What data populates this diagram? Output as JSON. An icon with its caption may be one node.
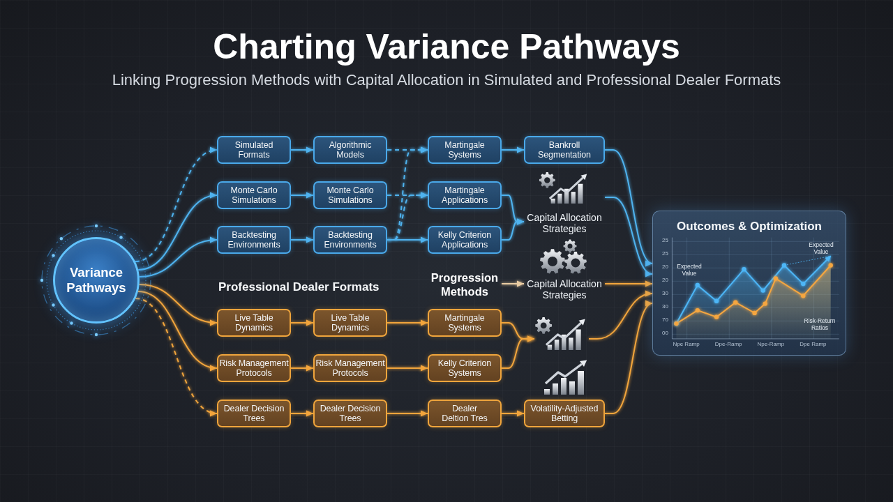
{
  "diagram": {
    "title": "Charting Variance Pathways",
    "nodes": [
      {
        "text": [
          "Variance Pathways"
        ]
      },
      {
        "text": [
          "Simulated Formats"
        ]
      },
      {
        "text": [
          "Algorithmic Models"
        ]
      },
      {
        "text": [
          "Martingale Systems"
        ]
      },
      {
        "text": [
          "Bankroll Segmentation"
        ]
      },
      {
        "text": [
          "Monte Carlo Simulations"
        ]
      },
      {
        "text": [
          "Monte Carlo Simulations"
        ]
      },
      {
        "text": [
          "Martingale Applications"
        ]
      },
      {
        "text": [
          "Capital Allocation Strategies"
        ]
      },
      {
        "text": [
          "Backtesting Environments"
        ]
      },
      {
        "text": [
          "Backtesting Environments"
        ]
      },
      {
        "text": [
          "Kelly Criterion Applications"
        ]
      },
      {
        "text": [
          "Outcomes & Optimization"
        ]
      },
      {
        "text": [
          "Progression Methods"
        ]
      },
      {
        "text": [
          "Capital Allocation Strategies"
        ]
      },
      {
        "text": [
          "Live Table Dynamics"
        ]
      },
      {
        "text": [
          "Live Table Dynamics"
        ]
      },
      {
        "text": [
          "Martingale Systems"
        ]
      },
      {
        "text": [],
        "shape": "picture"
      },
      {
        "text": [
          "Risk Management Protocols"
        ]
      },
      {
        "text": [
          "Risk Management Protocols"
        ]
      },
      {
        "text": [
          "Kelly Criterion Systems"
        ]
      },
      {
        "text": [
          "Dealer Decision Trees"
        ]
      },
      {
        "text": [
          "Dealer Decision Trees"
        ]
      },
      {
        "text": [
          "Dealer Deltion Tres"
        ]
      },
      {
        "text": [
          "Volatility-Adjusted Betting"
        ]
      }
    ],
    "edges": [
      {
        "from": 0,
        "to": 1,
        "arrow": "to",
        "style": "dashed"
      },
      {
        "from": 0,
        "to": 5,
        "arrow": "to"
      },
      {
        "from": 0,
        "to": 9,
        "arrow": "to"
      },
      {
        "from": 0,
        "to": 15,
        "arrow": "to",
        "color": "#f2a53c"
      },
      {
        "from": 0,
        "to": 19,
        "arrow": "to",
        "color": "#f2a53c"
      },
      {
        "from": 0,
        "to": 22,
        "arrow": "to",
        "style": "dashed",
        "color": "#f2a53c"
      },
      {
        "from": 1,
        "to": 2,
        "arrow": "to"
      },
      {
        "from": 2,
        "to": 3,
        "arrow": "to",
        "style": "dashed"
      },
      {
        "from": 3,
        "to": 4,
        "arrow": "to"
      },
      {
        "from": 5,
        "to": 6,
        "arrow": "to"
      },
      {
        "from": 6,
        "to": 7,
        "arrow": "to",
        "style": "dashed"
      },
      {
        "from": 9,
        "to": 10,
        "arrow": "to"
      },
      {
        "from": 10,
        "to": 11,
        "arrow": "to"
      },
      {
        "from": 10,
        "to": 3,
        "arrow": "to",
        "style": "dashed"
      },
      {
        "from": 10,
        "to": 7,
        "arrow": "to",
        "style": "dashed"
      },
      {
        "from": 7,
        "to": 8,
        "arrow": "to"
      },
      {
        "from": 11,
        "to": 8,
        "arrow": "to"
      },
      {
        "from": 4,
        "to": 12,
        "arrow": "to"
      },
      {
        "from": 8,
        "to": 12,
        "arrow": "to"
      },
      {
        "from": 13,
        "to": 14,
        "arrow": "to",
        "color": "#e8cba2"
      },
      {
        "from": 14,
        "to": 12,
        "arrow": "to",
        "color": "#f2a53c"
      },
      {
        "from": 15,
        "to": 16,
        "arrow": "to",
        "color": "#f2a53c"
      },
      {
        "from": 16,
        "to": 17,
        "arrow": "to",
        "color": "#f2a53c"
      },
      {
        "from": 17,
        "to": 18,
        "arrow": "to",
        "color": "#f2a53c"
      },
      {
        "from": 19,
        "to": 20,
        "arrow": "to",
        "color": "#f2a53c"
      },
      {
        "from": 20,
        "to": 21,
        "arrow": "to",
        "color": "#f2a53c"
      },
      {
        "from": 21,
        "to": 18,
        "arrow": "to",
        "color": "#f2a53c"
      },
      {
        "from": 18,
        "to": 12,
        "arrow": "to",
        "color": "#f2a53c"
      },
      {
        "from": 22,
        "to": 23,
        "arrow": "to",
        "color": "#f2a53c"
      },
      {
        "from": 23,
        "to": 24,
        "arrow": "to",
        "color": "#f2a53c"
      },
      {
        "from": 24,
        "to": 25,
        "arrow": "to",
        "color": "#f2a53c"
      },
      {
        "from": 25,
        "to": 12,
        "arrow": "to",
        "color": "#f2a53c"
      }
    ],
    "labels": [
      "Linking Progression Methods with Capital Allocation in Simulated and Professional Dealer Formats",
      "Professional Dealer Formats",
      "Expected Value",
      "Expected Value",
      "Risk-Return Ratios",
      "25",
      "25",
      "20",
      "20",
      "30",
      "30",
      "70",
      "00",
      "Npe Ramp",
      "Dpe-Ramp",
      "Npe-Ramp",
      "Dpe Ramp"
    ]
  }
}
